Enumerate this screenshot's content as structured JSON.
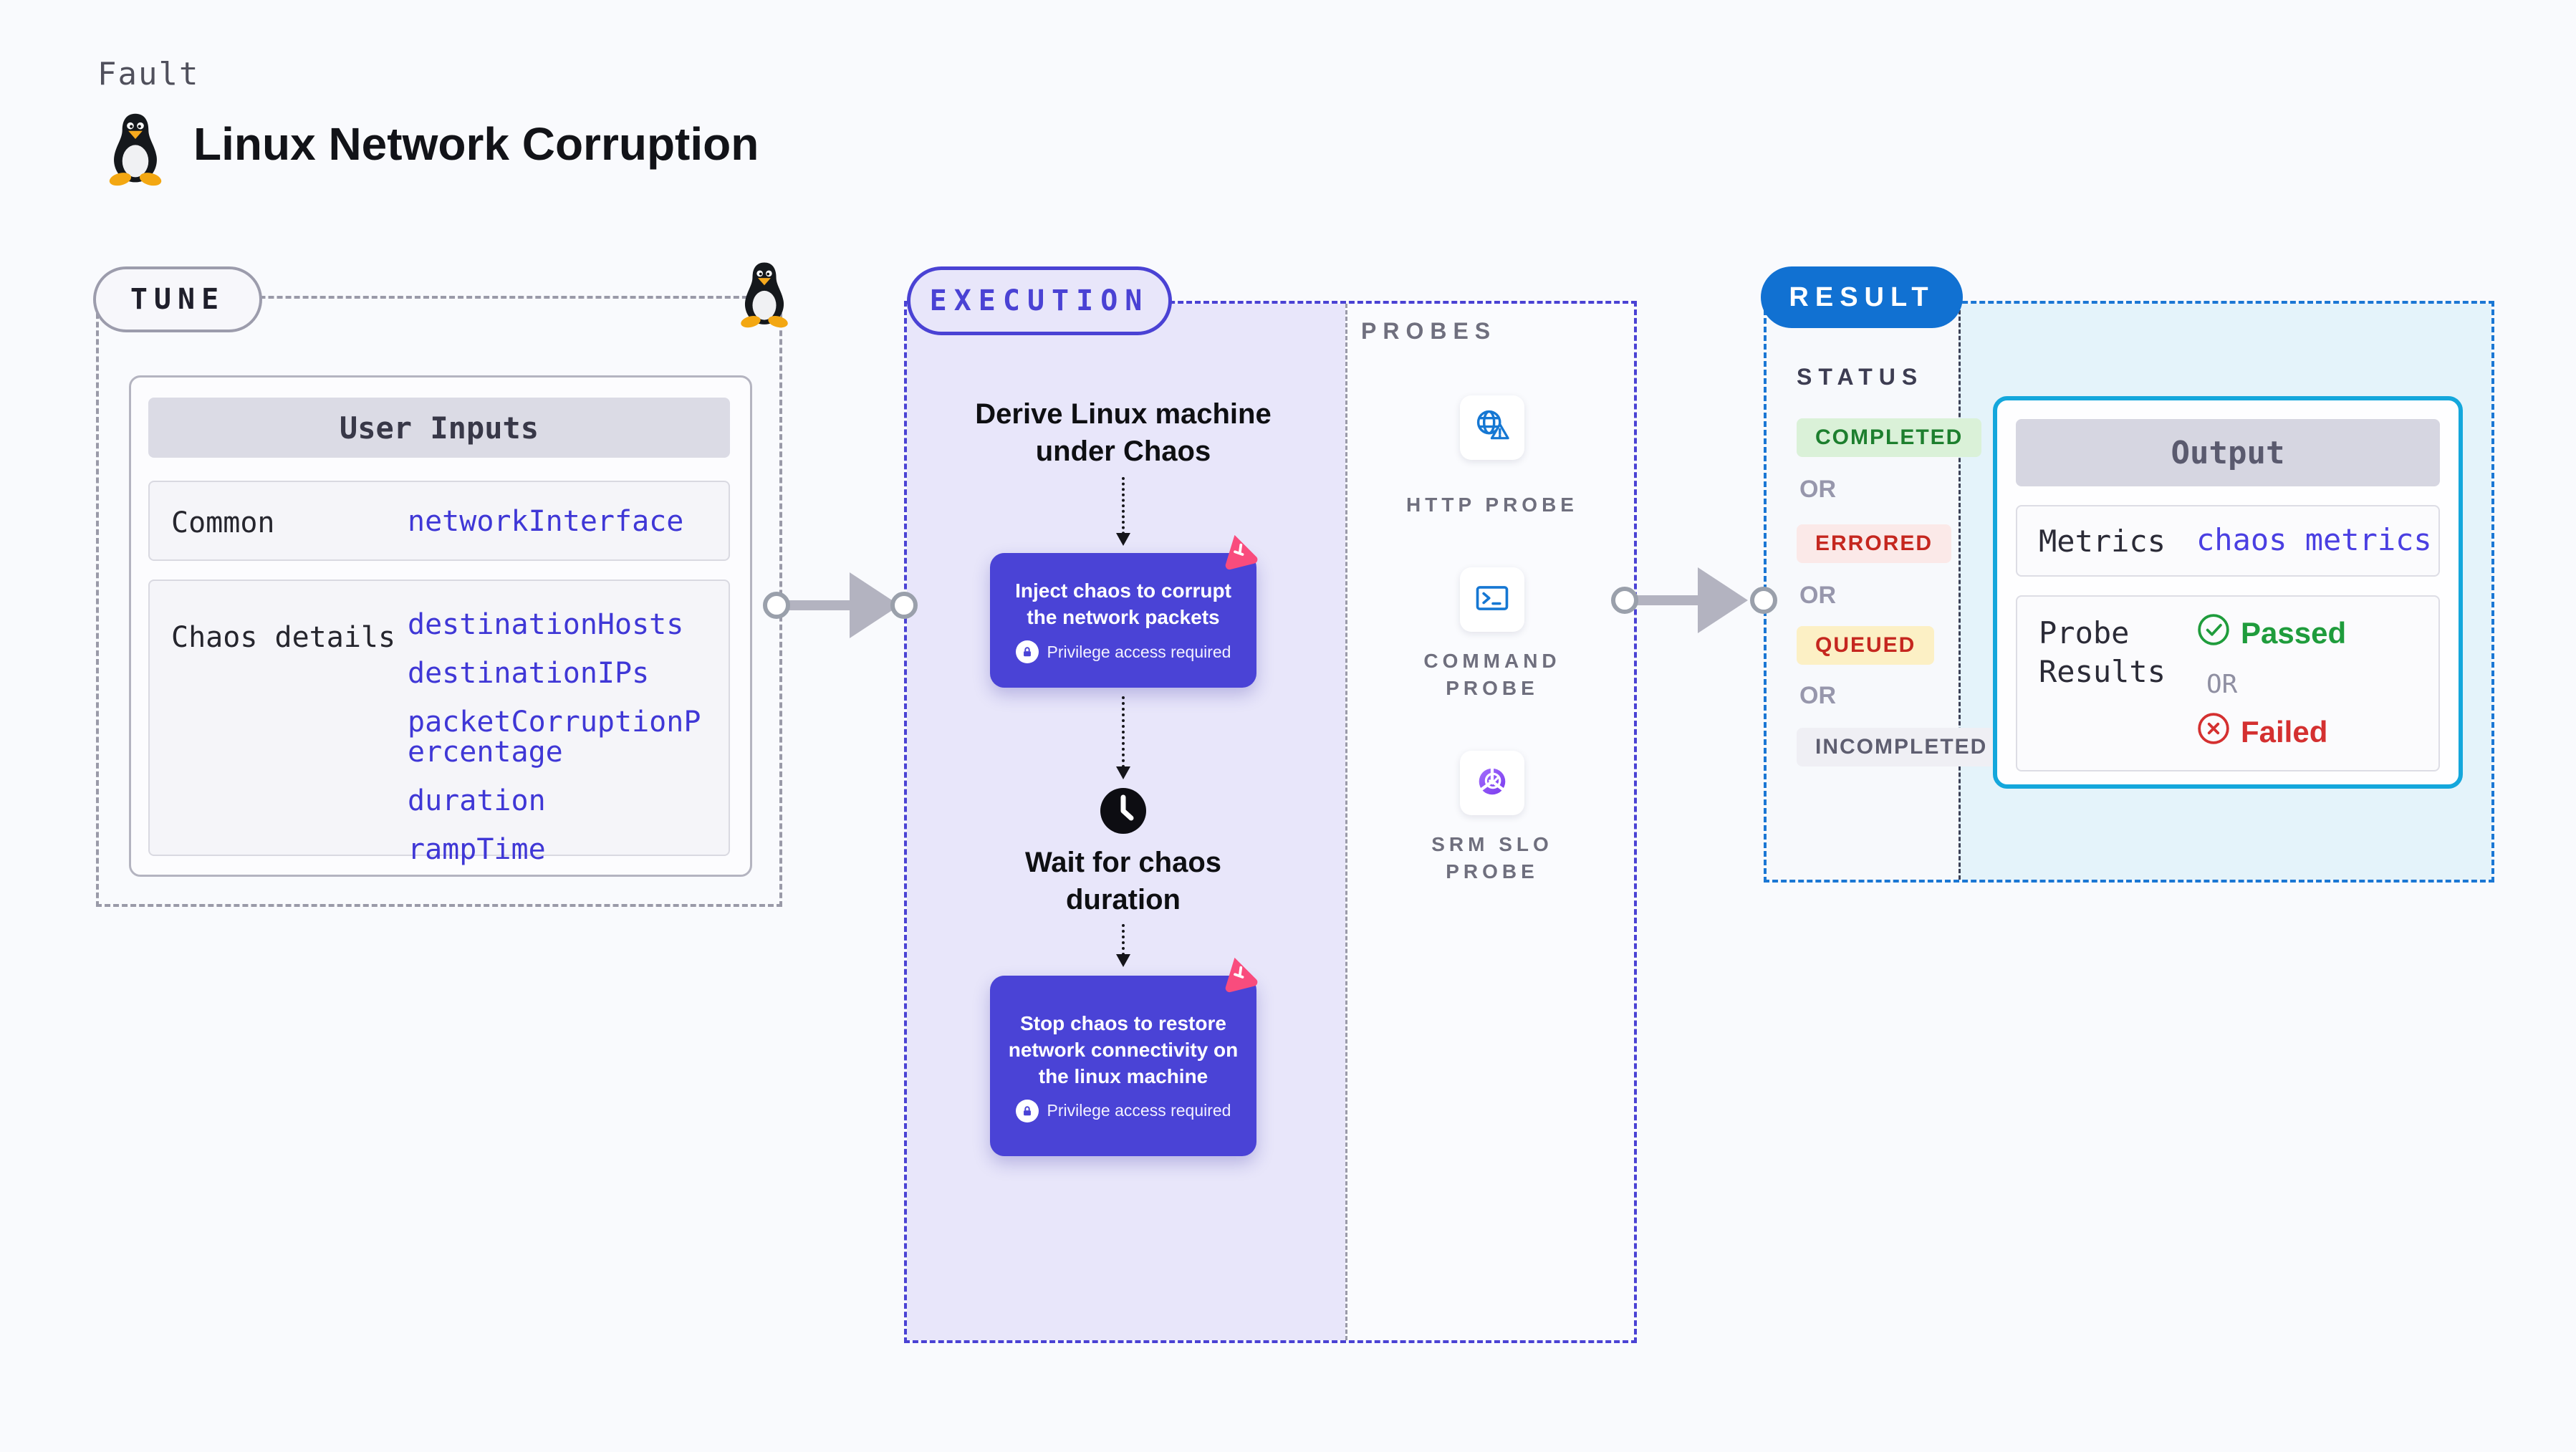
{
  "page": {
    "kicker": "Fault",
    "title": "Linux Network Corruption"
  },
  "tune": {
    "badge": "TUNE",
    "table": {
      "header": "User Inputs",
      "rows": [
        {
          "label": "Common",
          "values": [
            "networkInterface"
          ]
        },
        {
          "label": "Chaos details",
          "values": [
            "destinationHosts",
            "destinationIPs",
            "packetCorruptionPercentage",
            "duration",
            "rampTime"
          ]
        }
      ]
    }
  },
  "execution": {
    "badge": "EXECUTION",
    "steps": {
      "derive": "Derive Linux machine under Chaos",
      "inject": "Inject chaos to corrupt the network packets",
      "wait": "Wait for chaos duration",
      "stop": "Stop chaos to restore network connectivity on the linux machine",
      "privilege_note": "Privilege access required"
    }
  },
  "probes": {
    "label": "PROBES",
    "items": [
      {
        "icon": "globe-alert-icon",
        "lines": [
          "HTTP PROBE"
        ]
      },
      {
        "icon": "terminal-icon",
        "lines": [
          "COMMAND",
          "PROBE"
        ]
      },
      {
        "icon": "pie-check-icon",
        "lines": [
          "SRM SLO",
          "PROBE"
        ]
      }
    ]
  },
  "result": {
    "badge": "RESULT",
    "status": {
      "label": "STATUS",
      "or_label": "OR",
      "badges": [
        "COMPLETED",
        "ERRORED",
        "QUEUED",
        "INCOMPLETED"
      ]
    },
    "output": {
      "header": "Output",
      "metrics_label": "Metrics",
      "metrics_value": "chaos metrics",
      "probe_results_label": "Probe Results",
      "passed_label": "Passed",
      "or_label": "OR",
      "failed_label": "Failed"
    }
  },
  "colors": {
    "page_bg": "#f9fafd",
    "indigo_accent": "#4a42d4",
    "chaos_step_bg": "#4a43d6",
    "lavender_fill": "#e8e6fa",
    "result_blue": "#1171d2",
    "output_border_cyan": "#14a7dc",
    "result_fill_blue": "#e4f3fa",
    "value_indigo": "#3f37d6",
    "arrow_gray": "#b3b3c0",
    "dash_gray": "#9a9aa8",
    "completed_green": "#1d7f2e",
    "errored_red": "#c5271f",
    "queued_yellow_bg": "#fcf0c5",
    "passed_green": "#1f9c3c",
    "failed_red": "#d43030",
    "probe_icon_blue": "#1577d3",
    "chaos_icon_pink": "#f94c7d"
  }
}
